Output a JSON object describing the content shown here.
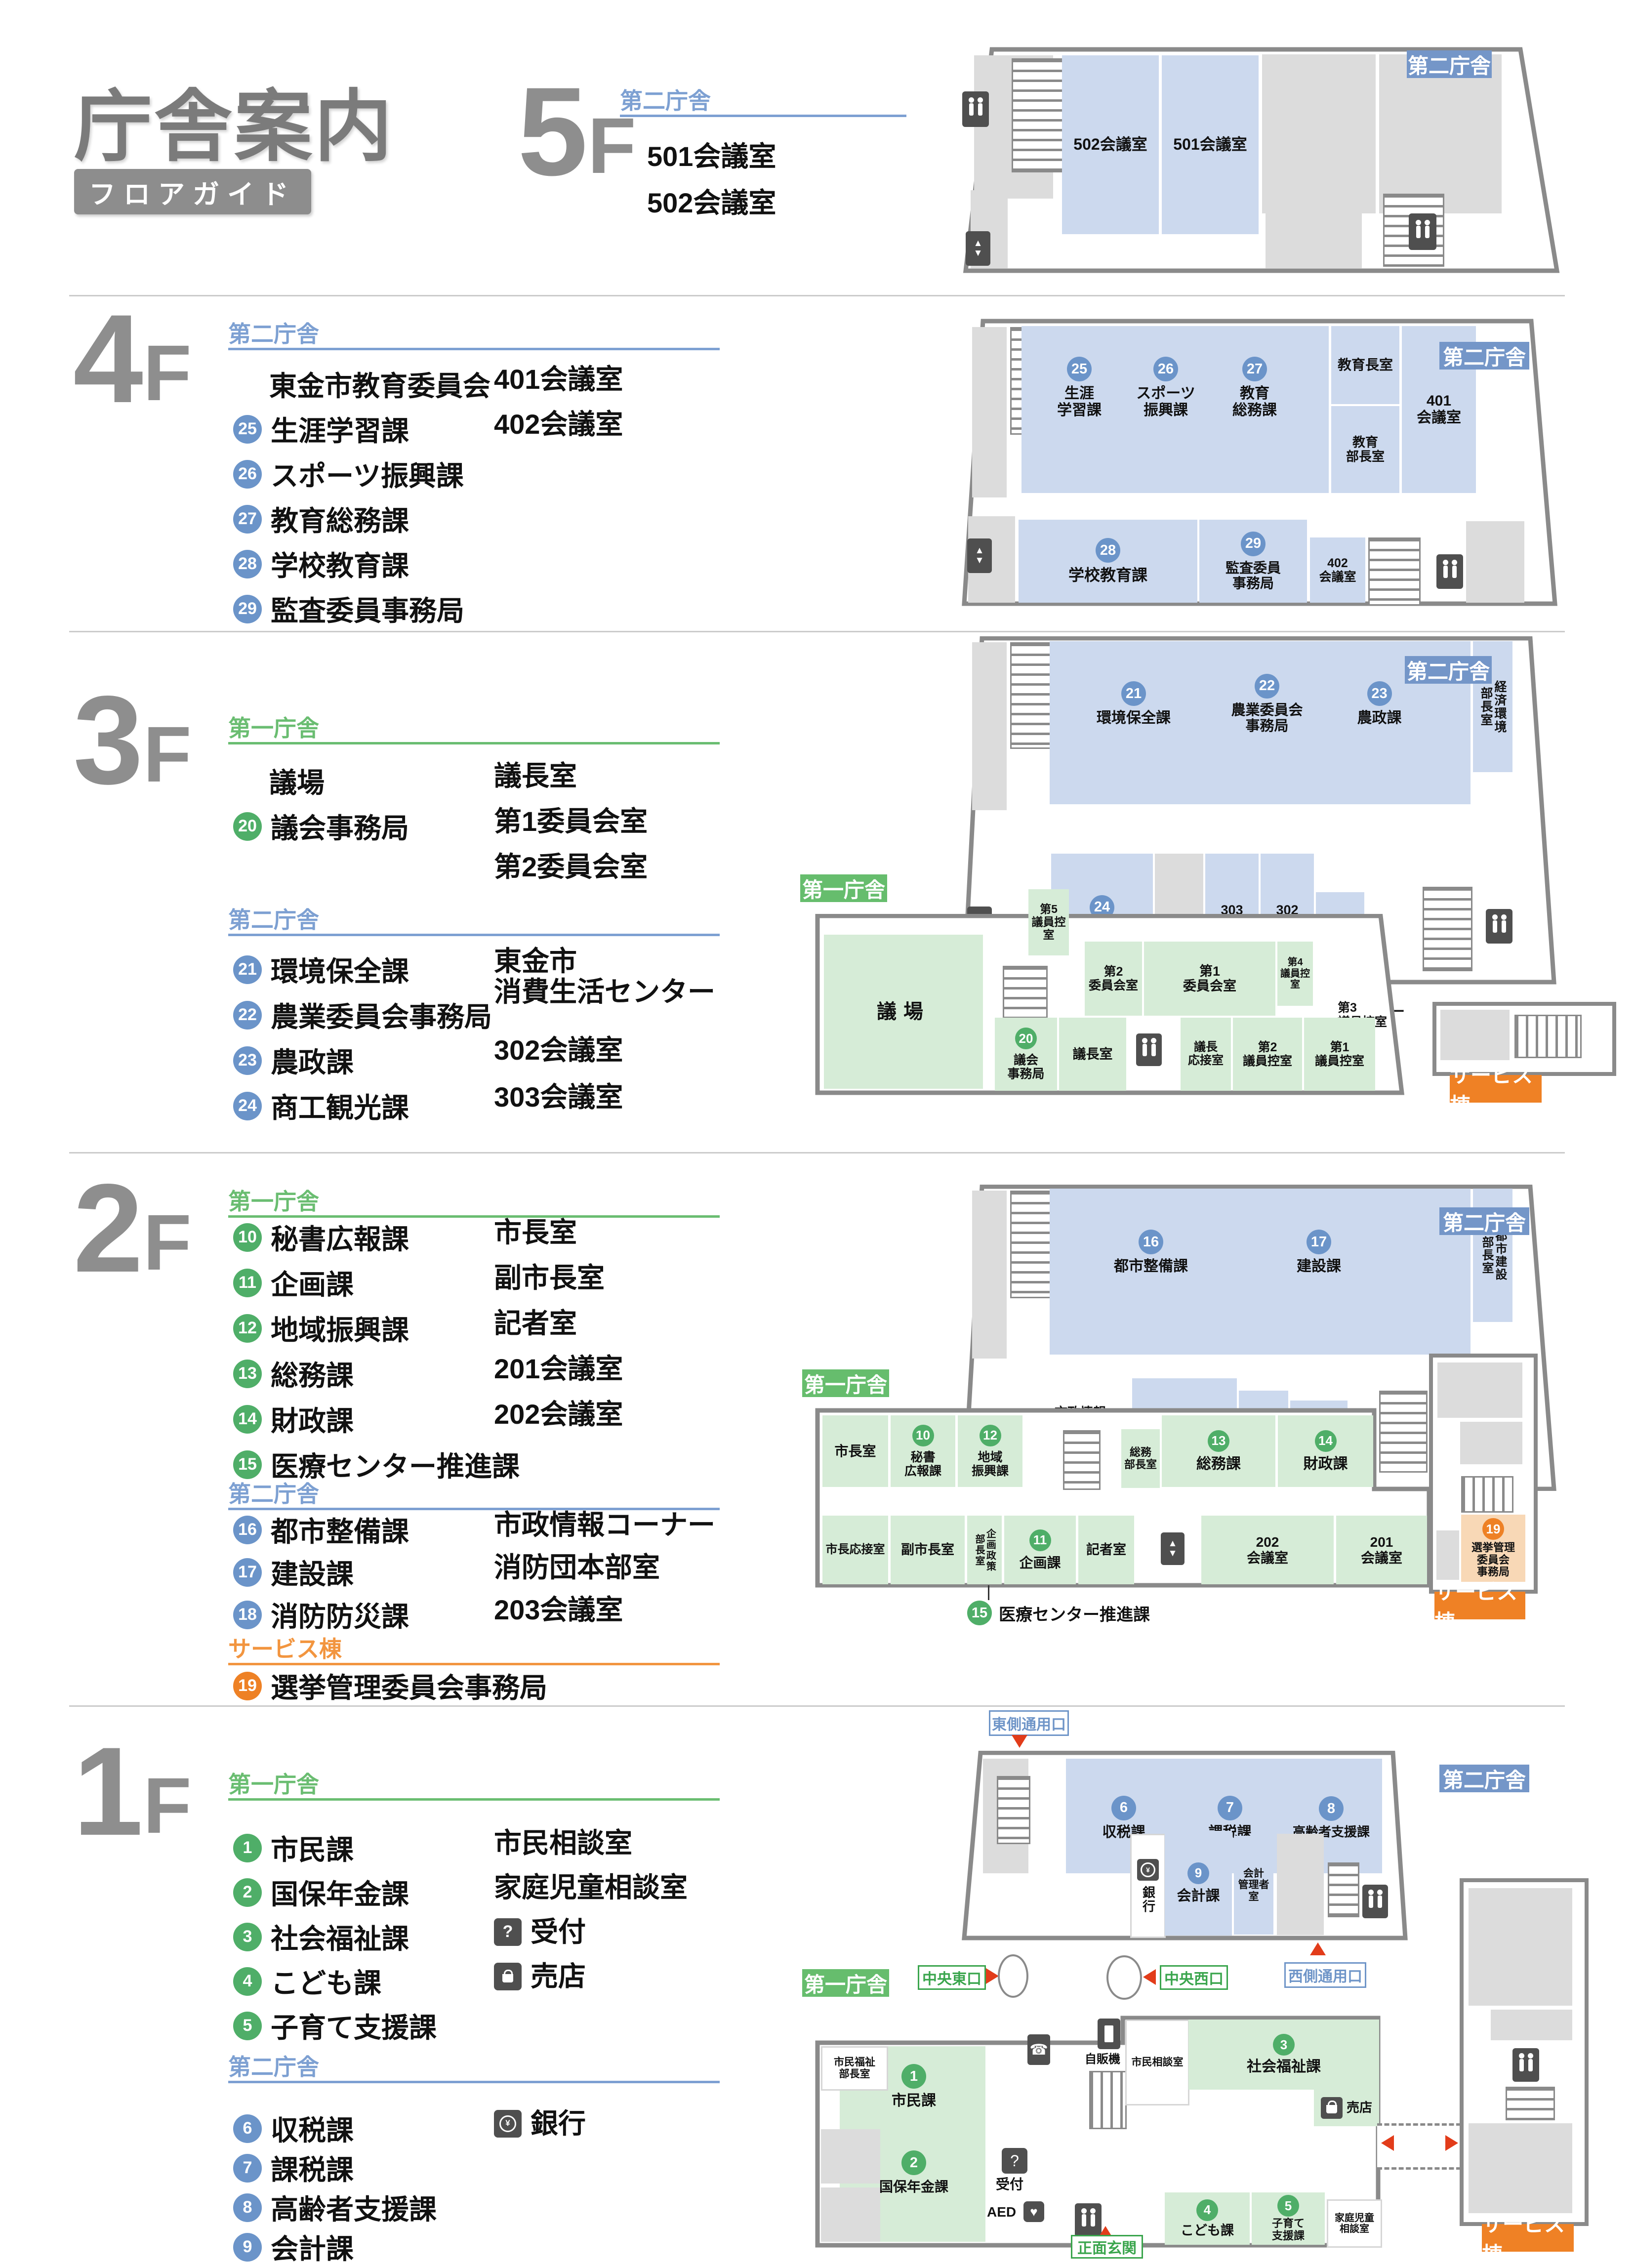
{
  "page": {
    "title": "庁舎案内",
    "subtitle": "フロアガイド"
  },
  "icons": {
    "question": "?",
    "yen": "¥",
    "phone": "☎",
    "heart": "♥",
    "up": "▲",
    "down": "▼"
  },
  "floors": [
    {
      "label": {
        "num": "5",
        "suffix": "F"
      },
      "sections": [
        {
          "name": "第二庁舎",
          "theme": "blue",
          "col1": [
            {
              "label": "501会議室"
            },
            {
              "label": "502会議室"
            }
          ],
          "col2": []
        }
      ],
      "plan": {
        "tag": "第二庁舎",
        "rooms": [
          {
            "label": "502会議室"
          },
          {
            "label": "501会議室"
          }
        ]
      }
    },
    {
      "label": {
        "num": "4",
        "suffix": "F"
      },
      "sections": [
        {
          "name": "第二庁舎",
          "theme": "blue",
          "col1": [
            {
              "label": "東金市教育委員会"
            },
            {
              "num": "25",
              "label": "生涯学習課"
            },
            {
              "num": "26",
              "label": "スポーツ振興課"
            },
            {
              "num": "27",
              "label": "教育総務課"
            },
            {
              "num": "28",
              "label": "学校教育課"
            },
            {
              "num": "29",
              "label": "監査委員事務局"
            }
          ],
          "col2": [
            {
              "label": "401会議室"
            },
            {
              "label": "402会議室"
            }
          ]
        }
      ],
      "plan": {
        "tag": "第二庁舎",
        "rooms": [
          {
            "num": "25",
            "label": "生涯\n学習課"
          },
          {
            "num": "26",
            "label": "スポーツ\n振興課"
          },
          {
            "num": "27",
            "label": "教育\n総務課"
          },
          {
            "label": "教育長室"
          },
          {
            "label": "教育\n部長室"
          },
          {
            "label": "401\n会議室"
          },
          {
            "num": "28",
            "label": "学校教育課"
          },
          {
            "num": "29",
            "label": "監査委員\n事務局"
          },
          {
            "label": "402\n会議室"
          }
        ]
      }
    },
    {
      "label": {
        "num": "3",
        "suffix": "F"
      },
      "sections": [
        {
          "name": "第一庁舎",
          "theme": "green",
          "col1": [
            {
              "label": "議場"
            },
            {
              "num": "20",
              "label": "議会事務局"
            }
          ],
          "col2": [
            {
              "label": "議長室"
            },
            {
              "label": "第1委員会室"
            },
            {
              "label": "第2委員会室"
            }
          ]
        },
        {
          "name": "第二庁舎",
          "theme": "blue",
          "col1": [
            {
              "num": "21",
              "label": "環境保全課"
            },
            {
              "num": "22",
              "label": "農業委員会事務局"
            },
            {
              "num": "23",
              "label": "農政課"
            },
            {
              "num": "24",
              "label": "商工観光課"
            }
          ],
          "col2": [
            {
              "label": "東金市\n消費生活センター"
            },
            {
              "label": "302会議室"
            },
            {
              "label": "303会議室"
            }
          ]
        }
      ],
      "plan": {
        "tag2": "第二庁舎",
        "tag1": "第一庁舎",
        "tagS": "サービス棟",
        "rooms": [
          {
            "num": "21",
            "label": "環境保全課"
          },
          {
            "num": "22",
            "label": "農業委員会\n事務局"
          },
          {
            "num": "23",
            "label": "農政課"
          },
          {
            "label": "経済環境\n部長室"
          },
          {
            "num": "24",
            "label": "商工観光課"
          },
          {
            "label": "303\n会議室"
          },
          {
            "label": "302\n会議室"
          },
          {
            "label": "東金市\n消費生活センター"
          },
          {
            "label": "議場"
          },
          {
            "label": "第5\n議員控室"
          },
          {
            "label": "第2\n委員会室"
          },
          {
            "label": "第1\n委員会室"
          },
          {
            "label": "第4\n議員控室"
          },
          {
            "label": "第3\n議員控室"
          },
          {
            "num": "20",
            "label": "議会\n事務局"
          },
          {
            "label": "議長室"
          },
          {
            "label": "議長\n応接室"
          },
          {
            "label": "第2\n議員控室"
          },
          {
            "label": "第1\n議員控室"
          }
        ]
      }
    },
    {
      "label": {
        "num": "2",
        "suffix": "F"
      },
      "sections": [
        {
          "name": "第一庁舎",
          "theme": "green",
          "col1": [
            {
              "num": "10",
              "label": "秘書広報課"
            },
            {
              "num": "11",
              "label": "企画課"
            },
            {
              "num": "12",
              "label": "地域振興課"
            },
            {
              "num": "13",
              "label": "総務課"
            },
            {
              "num": "14",
              "label": "財政課"
            },
            {
              "num": "15",
              "label": "医療センター推進課"
            }
          ],
          "col2": [
            {
              "label": "市長室"
            },
            {
              "label": "副市長室"
            },
            {
              "label": "記者室"
            },
            {
              "label": "201会議室"
            },
            {
              "label": "202会議室"
            }
          ]
        },
        {
          "name": "第二庁舎",
          "theme": "blue",
          "col1": [
            {
              "num": "16",
              "label": "都市整備課"
            },
            {
              "num": "17",
              "label": "建設課"
            },
            {
              "num": "18",
              "label": "消防防災課"
            }
          ],
          "col2": [
            {
              "label": "市政情報コーナー"
            },
            {
              "label": "消防団本部室"
            },
            {
              "label": "203会議室"
            }
          ]
        },
        {
          "name": "サービス棟",
          "theme": "orange",
          "col1": [
            {
              "num": "19",
              "label": "選挙管理委員会事務局"
            }
          ],
          "col2": []
        }
      ],
      "plan": {
        "tag2": "第二庁舎",
        "tag1": "第一庁舎",
        "tagS": "サービス棟",
        "rooms": [
          {
            "num": "16",
            "label": "都市整備課"
          },
          {
            "num": "17",
            "label": "建設課"
          },
          {
            "label": "都市建設\n部長室"
          },
          {
            "label": "市政情報\nコーナー"
          },
          {
            "num": "18",
            "label": "消防防災課"
          },
          {
            "label": "消防団\n本部室"
          },
          {
            "label": "203\n会議室"
          },
          {
            "label": "市長室"
          },
          {
            "num": "10",
            "label": "秘書\n広報課"
          },
          {
            "num": "12",
            "label": "地域\n振興課"
          },
          {
            "label": "総務\n部長室"
          },
          {
            "num": "13",
            "label": "総務課"
          },
          {
            "num": "14",
            "label": "財政課"
          },
          {
            "label": "市長応接室"
          },
          {
            "label": "副市長室"
          },
          {
            "label": "企画政策\n部長室"
          },
          {
            "num": "11",
            "label": "企画課"
          },
          {
            "label": "記者室"
          },
          {
            "label": "202\n会議室"
          },
          {
            "label": "201\n会議室"
          },
          {
            "num": "19",
            "label": "選挙管理\n委員会\n事務局"
          },
          {
            "num": "15",
            "label": "医療センター推進課"
          }
        ]
      }
    },
    {
      "label": {
        "num": "1",
        "suffix": "F"
      },
      "sections": [
        {
          "name": "第一庁舎",
          "theme": "green",
          "col1": [
            {
              "num": "1",
              "label": "市民課"
            },
            {
              "num": "2",
              "label": "国保年金課"
            },
            {
              "num": "3",
              "label": "社会福祉課"
            },
            {
              "num": "4",
              "label": "こども課"
            },
            {
              "num": "5",
              "label": "子育て支援課"
            }
          ],
          "col2": [
            {
              "label": "市民相談室"
            },
            {
              "label": "家庭児童相談室"
            },
            {
              "label": "受付",
              "icon": "question"
            },
            {
              "label": "売店",
              "icon": "bag"
            }
          ]
        },
        {
          "name": "第二庁舎",
          "theme": "blue",
          "col1": [
            {
              "num": "6",
              "label": "収税課"
            },
            {
              "num": "7",
              "label": "課税課"
            },
            {
              "num": "8",
              "label": "高齢者支援課"
            },
            {
              "num": "9",
              "label": "会計課"
            }
          ],
          "col2": [
            {
              "label": "銀行",
              "icon": "coin"
            }
          ]
        }
      ],
      "plan": {
        "tag2": "第二庁舎",
        "tag1": "第一庁舎",
        "tagS": "サービス棟",
        "entrances": [
          {
            "label": "東側通用口",
            "theme": "blue"
          },
          {
            "label": "西側通用口",
            "theme": "blue"
          },
          {
            "label": "中央東口",
            "theme": "green"
          },
          {
            "label": "中央西口",
            "theme": "green"
          },
          {
            "label": "正面玄関",
            "theme": "green"
          }
        ],
        "rooms": [
          {
            "num": "6",
            "label": "収税課"
          },
          {
            "num": "7",
            "label": "課税課"
          },
          {
            "num": "8",
            "label": "高齢者支援課"
          },
          {
            "label": "銀行"
          },
          {
            "num": "9",
            "label": "会計課"
          },
          {
            "label": "会計\n管理者室"
          },
          {
            "label": "市民福祉\n部長室"
          },
          {
            "num": "1",
            "label": "市民課"
          },
          {
            "num": "2",
            "label": "国保年金課"
          },
          {
            "label": "受付"
          },
          {
            "label": "AED"
          },
          {
            "label": "自販機"
          },
          {
            "label": "市民相談室"
          },
          {
            "num": "3",
            "label": "社会福祉課"
          },
          {
            "label": "売店"
          },
          {
            "num": "4",
            "label": "こども課"
          },
          {
            "num": "5",
            "label": "子育て\n支援課"
          },
          {
            "label": "家庭児童\n相談室"
          }
        ]
      }
    }
  ]
}
